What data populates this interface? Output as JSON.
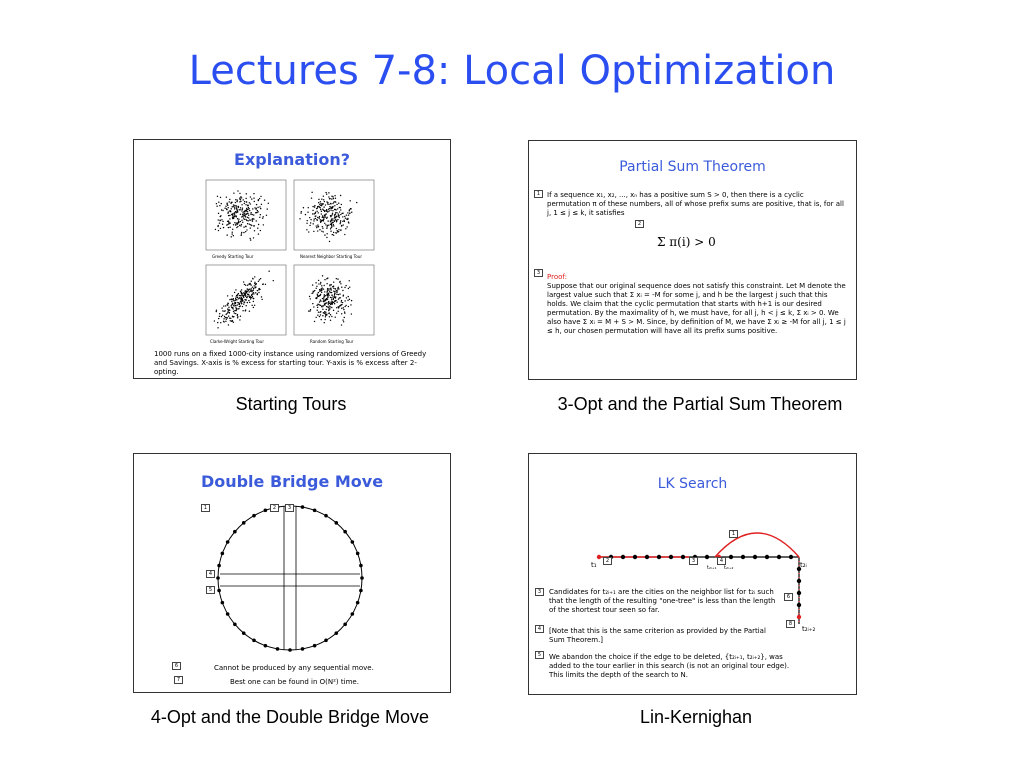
{
  "title": "Lectures 7-8: Local Optimization",
  "panels": [
    {
      "caption": "Starting Tours",
      "slide_title": "Explanation?",
      "plot_labels": [
        "Greedy Starting Tour",
        "Nearest Neighbor Starting Tour",
        "Clarke-Wright Starting Tour",
        "Random Starting Tour"
      ],
      "note": "1000 runs on a fixed 1000-city instance using randomized versions of Greedy and Savings.   X-axis is % excess for starting tour.  Y-axis is % excess after 2-opting."
    },
    {
      "caption": "3-Opt and the Partial Sum Theorem",
      "slide_title": "Partial Sum Theorem",
      "para1": "If a sequence x₁, x₂, ..., xₙ has a positive sum S > 0, then there is a cyclic permutation π of these numbers, all of whose prefix sums are positive, that is, for all j, 1 ≤ j ≤ k, it satisfies",
      "formula": "Σ π(i) > 0",
      "proof_label": "Proof:",
      "para2": "Suppose that our original sequence does not satisfy this constraint. Let M denote the largest value such that Σ xᵢ = -M for some j, and h be the largest j such that this holds.  We claim that the cyclic permutation that starts with h+1 is our desired permutation. By the maximality of h, we must have, for all j, h < j ≤ k, Σ xᵢ > 0. We also have Σ xᵢ = M + S > M.  Since, by definition of M, we have Σ xᵢ ≥ -M for all j, 1 ≤ j ≤ h, our chosen permutation will have all its prefix sums positive."
    },
    {
      "caption": "4-Opt and the Double Bridge Move",
      "slide_title": "Double Bridge Move",
      "line1": "Cannot be produced by any sequential move.",
      "line2": "Best one can be found in O(N²) time."
    },
    {
      "caption": "Lin-Kernighan",
      "slide_title": "LK Search",
      "t1": "t₁",
      "t2i1": "t₂ᵢ₊₁",
      "t2i2": "t₂ᵢ₊₂",
      "t2i": "t₂ᵢ",
      "t2i_2": "t₂ᵢ₊₂",
      "para1": "Candidates for t₂ᵢ₊₁ are the cities on the neighbor list for t₂ᵢ such that the length of the resulting \"one-tree\" is less than the length of the shortest tour seen so far.",
      "para2": "[Note that this is the same criterion as provided by the Partial Sum Theorem.]",
      "para3": "We abandon the choice if the edge to be deleted, {t₂ᵢ₊₁, t₂ᵢ₊₂}, was added to the tour earlier in this search (is not an original tour edge).  This limits the depth of the search to N."
    }
  ],
  "box_labels": [
    "1",
    "2",
    "3",
    "4",
    "5",
    "6",
    "7",
    "8"
  ],
  "colors": {
    "title": "#2b4ef0",
    "slide_title": "#3b5bdb",
    "highlight": "#e02020"
  }
}
